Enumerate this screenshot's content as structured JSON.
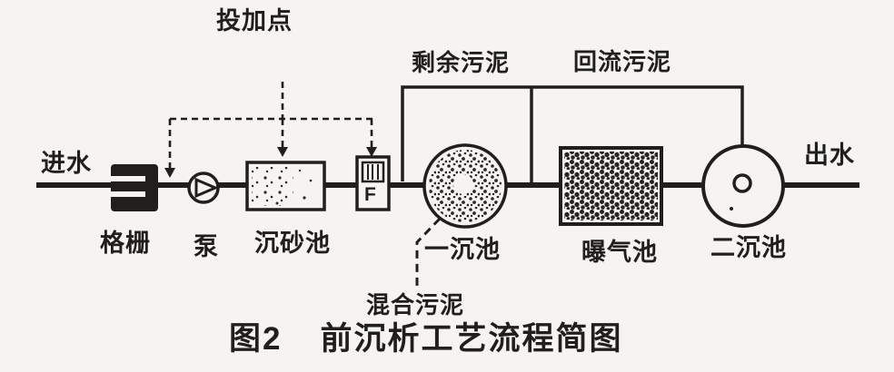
{
  "caption": {
    "figure_no": "图2",
    "title": "前沉析工艺流程简图"
  },
  "annotations": {
    "dosing_point": "投加点",
    "excess_sludge": "剩余污泥",
    "return_sludge": "回流污泥",
    "mixed_sludge": "混合污泥"
  },
  "streams": {
    "influent": "进水",
    "effluent": "出水"
  },
  "units": {
    "screen": "格栅",
    "pump": "泵",
    "grit_chamber": "沉砂池",
    "flume_marker": "F",
    "primary_clarifier": "一沉池",
    "aeration_tank": "曝气池",
    "secondary_clarifier": "二沉池"
  },
  "colors": {
    "ink": "#201f1d",
    "paper": "#f5f4f1"
  }
}
